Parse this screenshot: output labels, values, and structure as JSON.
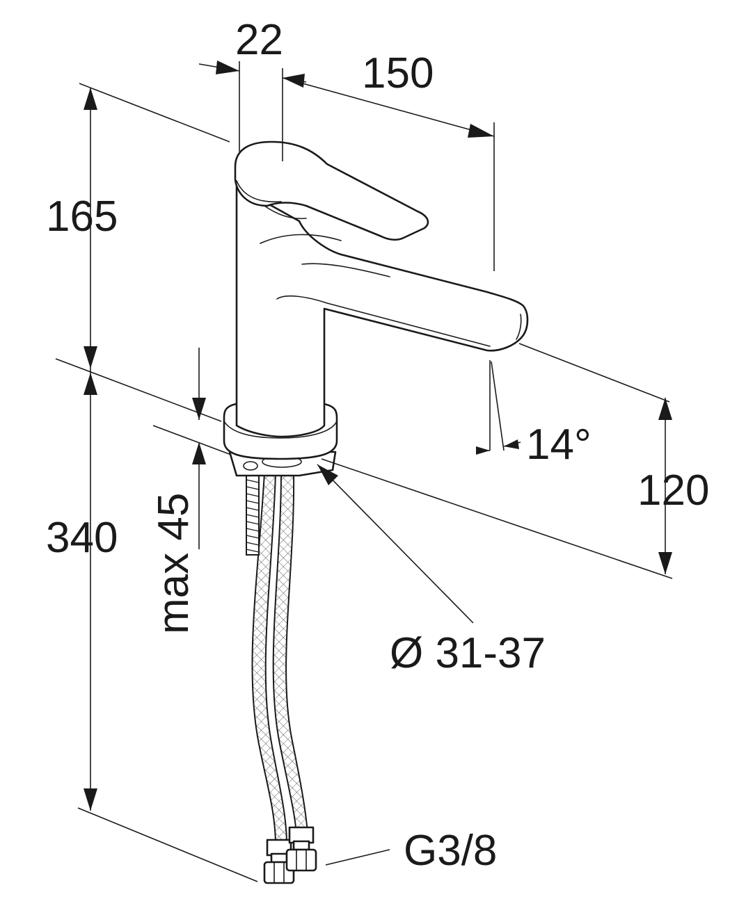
{
  "drawing": {
    "subject": "single-lever basin mixer tap with flexible hoses",
    "colors": {
      "line": "#1a1a1a",
      "background": "#ffffff"
    }
  },
  "dimensions": {
    "body_width": "22",
    "spout_reach": "150",
    "height_above_deck": "165",
    "hose_length": "340",
    "max_deck_thickness": "max 45",
    "spout_angle": "14°",
    "spout_outlet_height": "120",
    "hole_diameter": "Ø 31-37",
    "connection_thread": "G3/8"
  }
}
